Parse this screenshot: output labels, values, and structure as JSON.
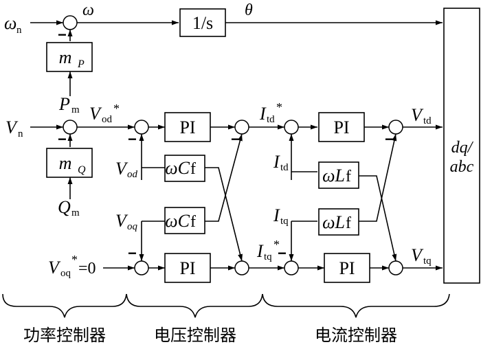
{
  "signals": {
    "omega_n": {
      "main": "ω",
      "sub": "n"
    },
    "omega": {
      "main": "ω"
    },
    "theta": {
      "main": "θ"
    },
    "p_m": {
      "main": "P",
      "sub": "m"
    },
    "v_n": {
      "main": "V",
      "sub": "n"
    },
    "v_od_ref": {
      "main": "V",
      "sub": "od",
      "sup": "*"
    },
    "q_m": {
      "main": "Q",
      "sub": "m"
    },
    "v_od": {
      "main": "V",
      "sub": "od"
    },
    "v_oq": {
      "main": "V",
      "sub": "oq"
    },
    "v_oq_ref": {
      "main": "V",
      "sub": "oq",
      "sup": "*",
      "tail": "=0"
    },
    "i_td_ref": {
      "main": "I",
      "sub": "td",
      "sup": "*"
    },
    "i_td": {
      "main": "I",
      "sub": "td"
    },
    "i_tq": {
      "main": "I",
      "sub": "tq"
    },
    "i_tq_ref": {
      "main": "I",
      "sub": "tq",
      "sup": "*"
    },
    "v_td": {
      "main": "V",
      "sub": "td"
    },
    "v_tq": {
      "main": "V",
      "sub": "tq"
    }
  },
  "blocks": {
    "integrator": "1/s",
    "m_p": {
      "main": "m",
      "sub": "P"
    },
    "m_q": {
      "main": "m",
      "sub": "Q"
    },
    "pi": "PI",
    "omega_cf": {
      "main": "ωC",
      "sub": "f"
    },
    "omega_lf": {
      "main": "ωL",
      "sub": "f"
    },
    "transform_line1": "dq/",
    "transform_line2": "abc"
  },
  "signs": {
    "minus": "−"
  },
  "sections": {
    "power_controller": "功率控制器",
    "voltage_controller": "电压控制器",
    "current_controller": "电流控制器"
  }
}
